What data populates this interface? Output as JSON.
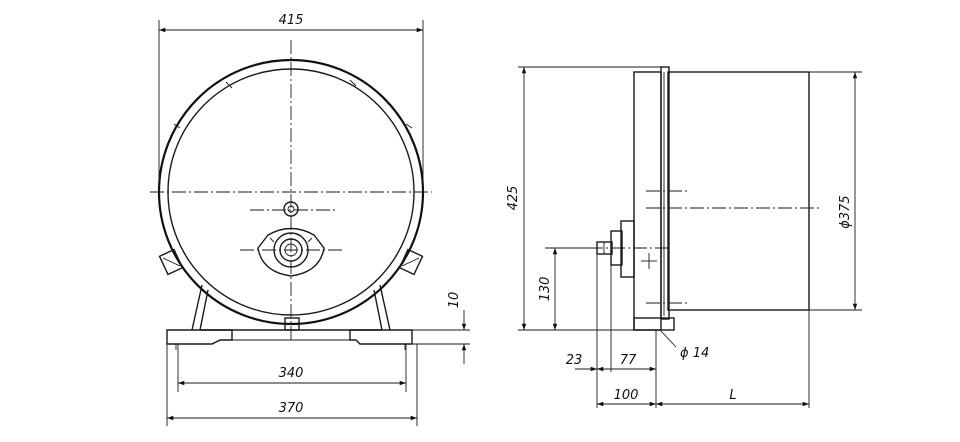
{
  "dimensions": {
    "overall_width": "415",
    "foot_inner_span": "340",
    "foot_outer_span": "370",
    "foot_height": "10",
    "overall_height": "425",
    "axis_height": "130",
    "diameter": "ϕ375",
    "hole_diameter": "ϕ 14",
    "shaft_offset": "23",
    "shaft_length": "77",
    "depth_to_body": "100",
    "body_length": "L"
  }
}
